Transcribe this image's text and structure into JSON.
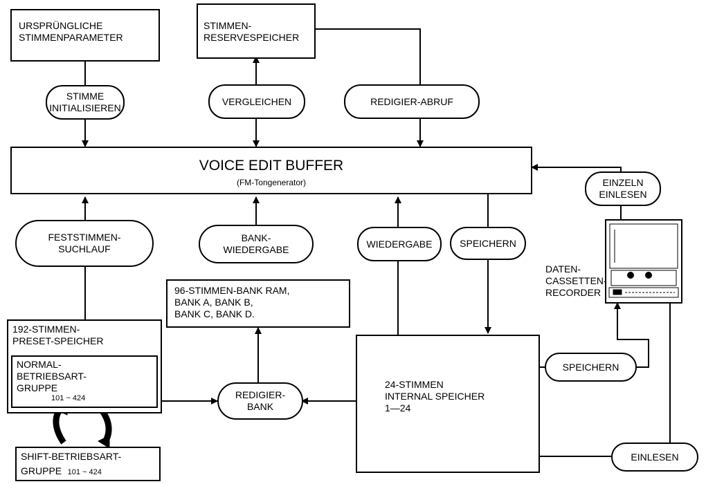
{
  "nodes": {
    "initial_params": "URSPRÜNGLICHE\nSTIMMENPARAMETER",
    "reserve_memory": "STIMMEN-\nRESERVESPEICHER",
    "voice_init": "STIMME\nINITIALISIEREN",
    "compare": "VERGLEICHEN",
    "edit_recall": "REDIGIER-ABRUF",
    "buffer_title": "VOICE EDIT BUFFER",
    "buffer_sub": "(FM-Tongenerator)",
    "single_load": "EINZELN\nEINLESEN",
    "preset_search": "FESTSTIMMEN-\nSUCHLAUF",
    "bank_playback": "BANK-\nWIEDERGABE",
    "playback": "WIEDERGABE",
    "store_top": "SPEICHERN",
    "cassette_label": "DATEN-\nCASSETTEN-\nRECORDER",
    "bank_ram": "96-STIMMEN-BANK RAM,\nBANK A, BANK B,\nBANK C, BANK D.",
    "preset_memory": "192-STIMMEN-\nPRESET-SPEICHER",
    "normal_group": "NORMAL-\nBETRIEBSART-\nGRUPPE",
    "normal_range": "101 ~ 424",
    "edit_bank": "REDIGIER-\nBANK",
    "internal_memory": "24-STIMMEN\nINTERNAL SPEICHER\n1—24",
    "store_bottom": "SPEICHERN",
    "load": "EINLESEN",
    "shift_group": "SHIFT-BETRIEBSART-",
    "shift_group_line2": "GRUPPE",
    "shift_range": "101 ~ 424"
  }
}
